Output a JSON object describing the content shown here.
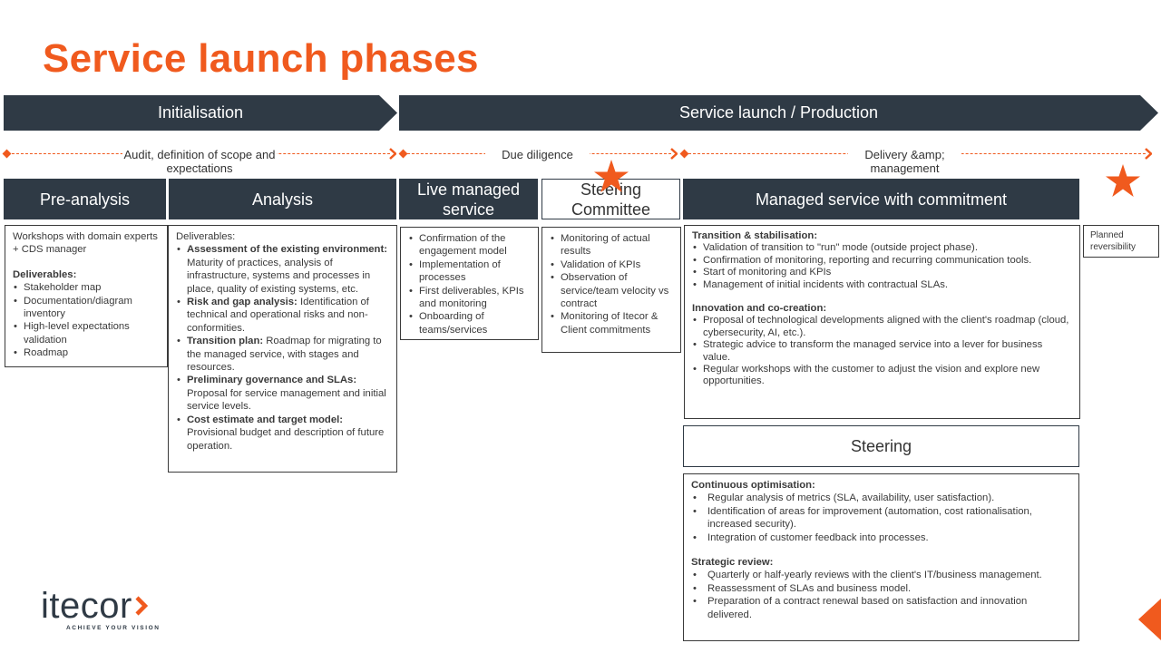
{
  "title": "Service launch phases",
  "colors": {
    "accent": "#f05a1e",
    "dark": "#2f3a45"
  },
  "phases": {
    "initialisation": "Initialisation",
    "production": "Service launch / Production"
  },
  "milestones": {
    "audit": "Audit, definition of scope and expectations",
    "due_diligence": "Due diligence",
    "delivery": "Delivery &amp; management"
  },
  "headers": {
    "pre_analysis": "Pre-analysis",
    "analysis": "Analysis",
    "live": "Live managed service",
    "steering_committee": "Steering Committee",
    "managed": "Managed service with commitment",
    "steering": "Steering"
  },
  "icons": {
    "star": "star-icon"
  },
  "pre_analysis": {
    "intro": "Workshops with domain experts + CDS manager",
    "deliverables_label": "Deliverables:",
    "items": [
      "Stakeholder map",
      "Documentation/diagram inventory",
      "High-level expectations validation",
      "Roadmap"
    ]
  },
  "analysis": {
    "intro": "Deliverables:",
    "items": [
      {
        "bold": "Assessment of the existing environment:",
        "text": " Maturity of practices, analysis of infrastructure, systems and processes in place, quality of existing systems, etc."
      },
      {
        "bold": "Risk and gap analysis:",
        "text": " Identification of technical and operational risks and non-conformities."
      },
      {
        "bold": "Transition plan:",
        "text": " Roadmap for migrating to the managed service, with stages and resources."
      },
      {
        "bold": "Preliminary governance and SLAs:",
        "text": " Proposal for service management and initial service levels."
      },
      {
        "bold": "Cost estimate and target model:",
        "text": " Provisional budget and description of future operation."
      }
    ]
  },
  "live": {
    "items": [
      "Confirmation of the engagement model",
      "Implementation of processes",
      "First deliverables, KPIs and monitoring",
      "Onboarding of teams/services"
    ]
  },
  "steering_committee": {
    "items": [
      "Monitoring of actual results",
      "Validation of KPIs",
      "Observation of service/team velocity vs contract",
      "Monitoring of Itecor & Client commitments"
    ]
  },
  "managed": {
    "transition_label": "Transition & stabilisation:",
    "transition_items": [
      "Validation of transition to \"run\" mode (outside project phase).",
      "Confirmation of monitoring, reporting and recurring communication tools.",
      "Start of monitoring and KPIs",
      "Management of initial incidents with contractual SLAs."
    ],
    "innovation_label": "Innovation and co-creation:",
    "innovation_items": [
      "Proposal of technological developments aligned with the client's roadmap (cloud, cybersecurity, AI, etc.).",
      "Strategic advice to transform the managed service into a lever for business value.",
      "Regular workshops with the customer to adjust the vision and explore new opportunities."
    ]
  },
  "reversibility": "Planned reversibility",
  "steering": {
    "optimisation_label": "Continuous optimisation:",
    "optimisation_items": [
      "Regular analysis of metrics (SLA, availability, user satisfaction).",
      "Identification of areas for improvement (automation, cost rationalisation, increased security).",
      "Integration of customer feedback into processes."
    ],
    "review_label": "Strategic review:",
    "review_items": [
      "Quarterly or half-yearly reviews with the client's IT/business management.",
      "Reassessment of SLAs and business model.",
      "Preparation of a contract renewal based on satisfaction and innovation delivered."
    ]
  },
  "logo": {
    "name": "itecor",
    "tagline": "ACHIEVE YOUR VISION"
  }
}
